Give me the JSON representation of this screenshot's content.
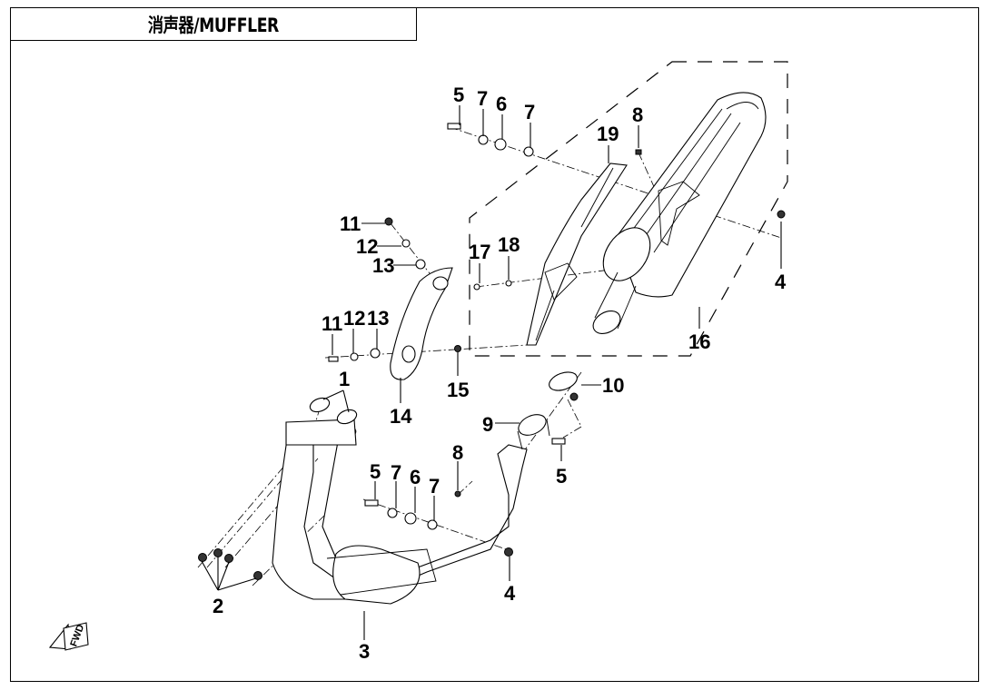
{
  "title": "消声器/MUFFLER",
  "fwd_icon": {
    "name": "fwd-arrow-icon",
    "text": "FWD"
  },
  "callouts": [
    {
      "id": "label-5-top",
      "text": "5"
    },
    {
      "id": "label-7-top-a",
      "text": "7"
    },
    {
      "id": "label-6-top",
      "text": "6"
    },
    {
      "id": "label-7-top-b",
      "text": "7"
    },
    {
      "id": "label-8-top",
      "text": "8"
    },
    {
      "id": "label-19",
      "text": "19"
    },
    {
      "id": "label-4-right",
      "text": "4"
    },
    {
      "id": "label-17",
      "text": "17"
    },
    {
      "id": "label-18",
      "text": "18"
    },
    {
      "id": "label-16",
      "text": "16"
    },
    {
      "id": "label-11-top",
      "text": "11"
    },
    {
      "id": "label-12-top",
      "text": "12"
    },
    {
      "id": "label-13-top",
      "text": "13"
    },
    {
      "id": "label-11-mid",
      "text": "11"
    },
    {
      "id": "label-12-mid",
      "text": "12"
    },
    {
      "id": "label-13-mid",
      "text": "13"
    },
    {
      "id": "label-14",
      "text": "14"
    },
    {
      "id": "label-15",
      "text": "15"
    },
    {
      "id": "label-10",
      "text": "10"
    },
    {
      "id": "label-9",
      "text": "9"
    },
    {
      "id": "label-5-right",
      "text": "5"
    },
    {
      "id": "label-1",
      "text": "1"
    },
    {
      "id": "label-8-bottom",
      "text": "8"
    },
    {
      "id": "label-5-bottom",
      "text": "5"
    },
    {
      "id": "label-7-bottom-a",
      "text": "7"
    },
    {
      "id": "label-6-bottom",
      "text": "6"
    },
    {
      "id": "label-7-bottom-b",
      "text": "7"
    },
    {
      "id": "label-4-bottom",
      "text": "4"
    },
    {
      "id": "label-2",
      "text": "2"
    },
    {
      "id": "label-3",
      "text": "3"
    }
  ]
}
